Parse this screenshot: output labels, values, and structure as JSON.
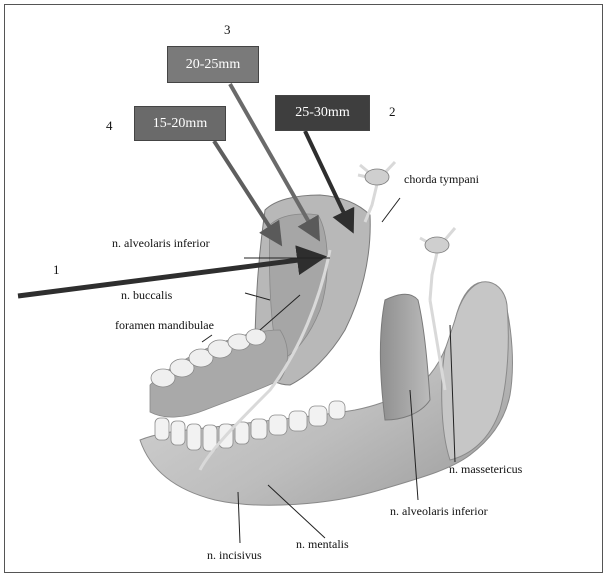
{
  "boxes": [
    {
      "label": "20-25mm",
      "color": "#7a7a7a"
    },
    {
      "label": "25-30mm",
      "color": "#3e3e3e"
    },
    {
      "label": "15-20mm",
      "color": "#6a6a6a"
    }
  ],
  "numbers": [
    "3",
    "2",
    "4",
    "1"
  ],
  "labels": {
    "chorda_tympani": "chorda tympani",
    "n_alveolaris_inferior_upper": "n. alveolaris inferior",
    "n_buccalis": "n. buccalis",
    "foramen_mandibulae": "foramen mandibulae",
    "n_massetericus": "n. massetericus",
    "n_alveolaris_inferior_lower": "n. alveolaris inferior",
    "n_mentalis": "n. mentalis",
    "n_incisivus": "n. incisivus"
  },
  "colors": {
    "bone": "#cfcfcf",
    "bone_dark": "#9c9c9c",
    "nerve": "#e6e6e6",
    "arrow_dark": "#3a3a3a"
  }
}
